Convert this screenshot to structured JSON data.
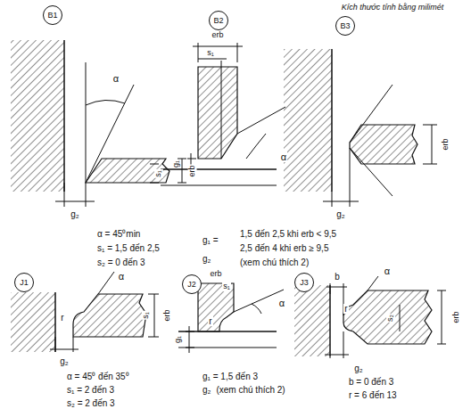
{
  "diagram": {
    "nodes": [
      {
        "text": [
          "B1"
        ]
      },
      {
        "text": [
          "B2"
        ]
      },
      {
        "text": [
          "B3"
        ]
      },
      {
        "text": [
          "J1"
        ]
      },
      {
        "text": [
          "J2"
        ]
      },
      {
        "text": [
          "J3"
        ]
      }
    ],
    "labels": [
      "Kích thước tính bằng milimét",
      "α",
      "s₁",
      "erb",
      "g₂",
      "erb",
      "s₁",
      "g₁",
      "α",
      "erb",
      "g₂",
      "α = 45⁰min",
      "s₁ = 1,5 đến 2,5",
      "s₂ = 0 đến 3",
      "g₁ =",
      "g₂",
      "1,5 đến 2,5 khi erb < 9,5",
      "2,5 đến 4 khi erb ≥ 9,5",
      "(xem chú thích 2)",
      "α",
      "r",
      "s₁",
      "erb",
      "g₂",
      "erb",
      "s₁",
      "g₁",
      "r",
      "α",
      "b",
      "α",
      "r",
      "s₂",
      "erb",
      "g₂",
      "α = 45⁰ đến 35⁰",
      "s₁ = 2 đến 3",
      "s₂ = 2 đến 3",
      "g₁ = 1,5 đến 3",
      "g₂",
      "(xem chú thích 2)",
      "b = 0 đến 3",
      "r = 6 đến 13"
    ]
  }
}
